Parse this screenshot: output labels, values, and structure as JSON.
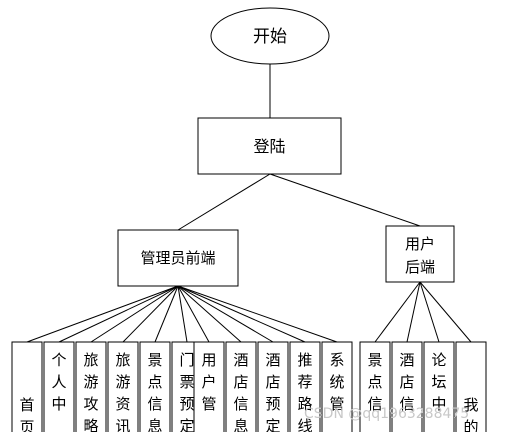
{
  "start": {
    "label": "开始"
  },
  "login": {
    "label": "登陆"
  },
  "admin": {
    "label": "管理员前端",
    "modules": [
      {
        "label": "首页"
      },
      {
        "label": "个人中"
      },
      {
        "label": "旅游攻略"
      },
      {
        "label": "旅游资讯"
      },
      {
        "label": "景点信息"
      },
      {
        "label": "门票预定"
      },
      {
        "label": "用户管"
      },
      {
        "label": "酒店信息"
      },
      {
        "label": "酒店预定"
      },
      {
        "label": "推荐路线"
      },
      {
        "label": "系统管"
      }
    ]
  },
  "user": {
    "label_lines": [
      "用户",
      "后端"
    ],
    "modules": [
      {
        "label": "景点信"
      },
      {
        "label": "酒店信"
      },
      {
        "label": "论坛中"
      },
      {
        "label": "我的"
      }
    ]
  },
  "watermark": {
    "text": "CSDN @qq1963288475"
  }
}
